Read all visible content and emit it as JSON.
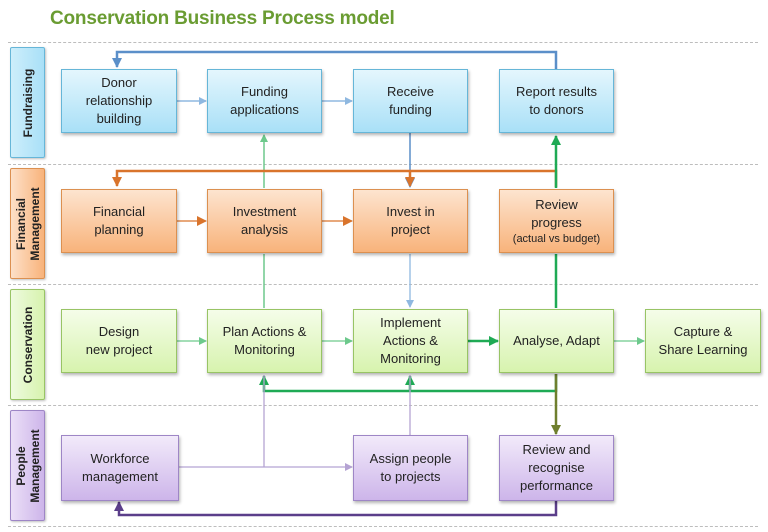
{
  "title": "Conservation Business Process model",
  "lanes": [
    {
      "label": "Fundraising"
    },
    {
      "label": "Financial\nManagement"
    },
    {
      "label": "Conservation"
    },
    {
      "label": "People\nManagement"
    }
  ],
  "boxes": {
    "donor_relationship": "Donor\nrelationship\nbuilding",
    "funding_applications": "Funding\napplications",
    "receive_funding": "Receive\nfunding",
    "report_results": "Report results\nto donors",
    "financial_planning": "Financial\nplanning",
    "investment_analysis": "Investment\nanalysis",
    "invest_in_project": "Invest in\nproject",
    "review_progress": "Review\nprogress",
    "review_progress_note": "(actual vs budget)",
    "design_new_project": "Design\nnew project",
    "plan_actions": "Plan Actions &\nMonitoring",
    "implement_actions": "Implement\nActions &\nMonitoring",
    "analyse_adapt": "Analyse, Adapt",
    "capture_share": "Capture &\nShare Learning",
    "workforce_management": "Workforce\nmanagement",
    "assign_people": "Assign people\nto projects",
    "review_recognise": "Review and\nrecognise\nperformance"
  },
  "colors": {
    "title": "#6a9c32",
    "fundraising": "#a9e0f7",
    "financial": "#f8b37b",
    "conservation": "#d7f3ae",
    "people": "#cdb5ea",
    "arrow_blue": "#5b8fc9",
    "arrow_orange": "#d9742c",
    "arrow_green": "#1faa55",
    "arrow_olive": "#6f7f2e",
    "arrow_purple": "#5b3e8a",
    "arrow_light_blue": "#8fb8e0",
    "arrow_light_green": "#6dc98c",
    "arrow_light_purple": "#b5a3d3"
  }
}
